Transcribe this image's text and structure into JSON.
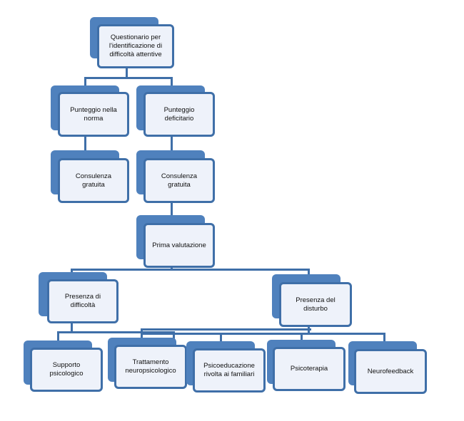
{
  "colors": {
    "connector": "#3f6fa8",
    "shadow": "#4f81bd",
    "fill": "#eef2fa",
    "text": "#111111"
  },
  "nodes": {
    "questionario": "Questionario per l'identificazione di difficoltà attentive",
    "punteggio_norma": "Punteggio nella norma",
    "punteggio_deficitario": "Punteggio deficitario",
    "consulenza_1": "Consulenza gratuita",
    "consulenza_2": "Consulenza gratuita",
    "prima_valutazione": "Prima valutazione",
    "presenza_difficolta": "Presenza di difficoltà",
    "presenza_disturbo": "Presenza del disturbo",
    "supporto": "Supporto psicologico",
    "trattamento": "Trattamento neuropsicologico",
    "psicoeducazione": "Psicoeducazione rivolta ai familiari",
    "psicoterapia": "Psicoterapia",
    "neurofeedback": "Neurofeedback"
  }
}
